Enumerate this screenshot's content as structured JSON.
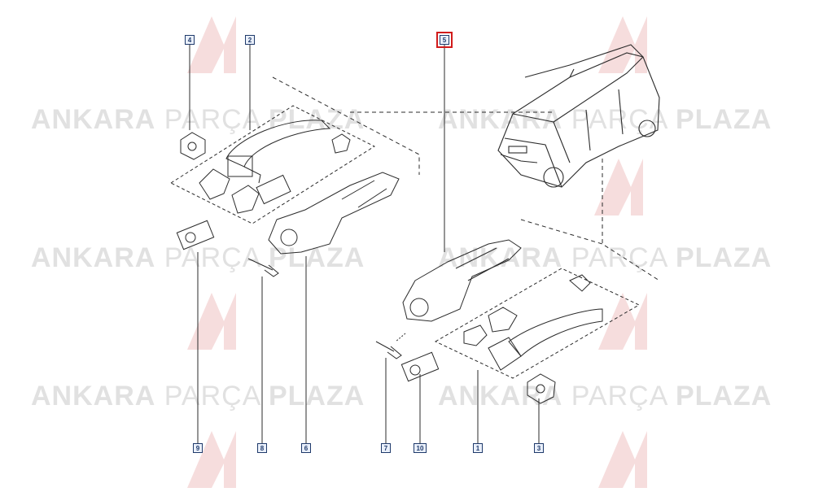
{
  "watermark": {
    "brand": "ANKARA",
    "middle": "PARÇA",
    "end": "PLAZA"
  },
  "callouts": {
    "c1": "1",
    "c2": "2",
    "c3": "3",
    "c4": "4",
    "c5": "5",
    "c6": "6",
    "c7": "7",
    "c8": "8",
    "c9": "9",
    "c10": "10"
  },
  "selected_callout": "5",
  "colors": {
    "line": "#2b2b2b",
    "callout_border": "#1f3a6b",
    "highlight": "#d11b1b",
    "watermark": "#c9c9c9",
    "logo": "#d24a4a"
  }
}
